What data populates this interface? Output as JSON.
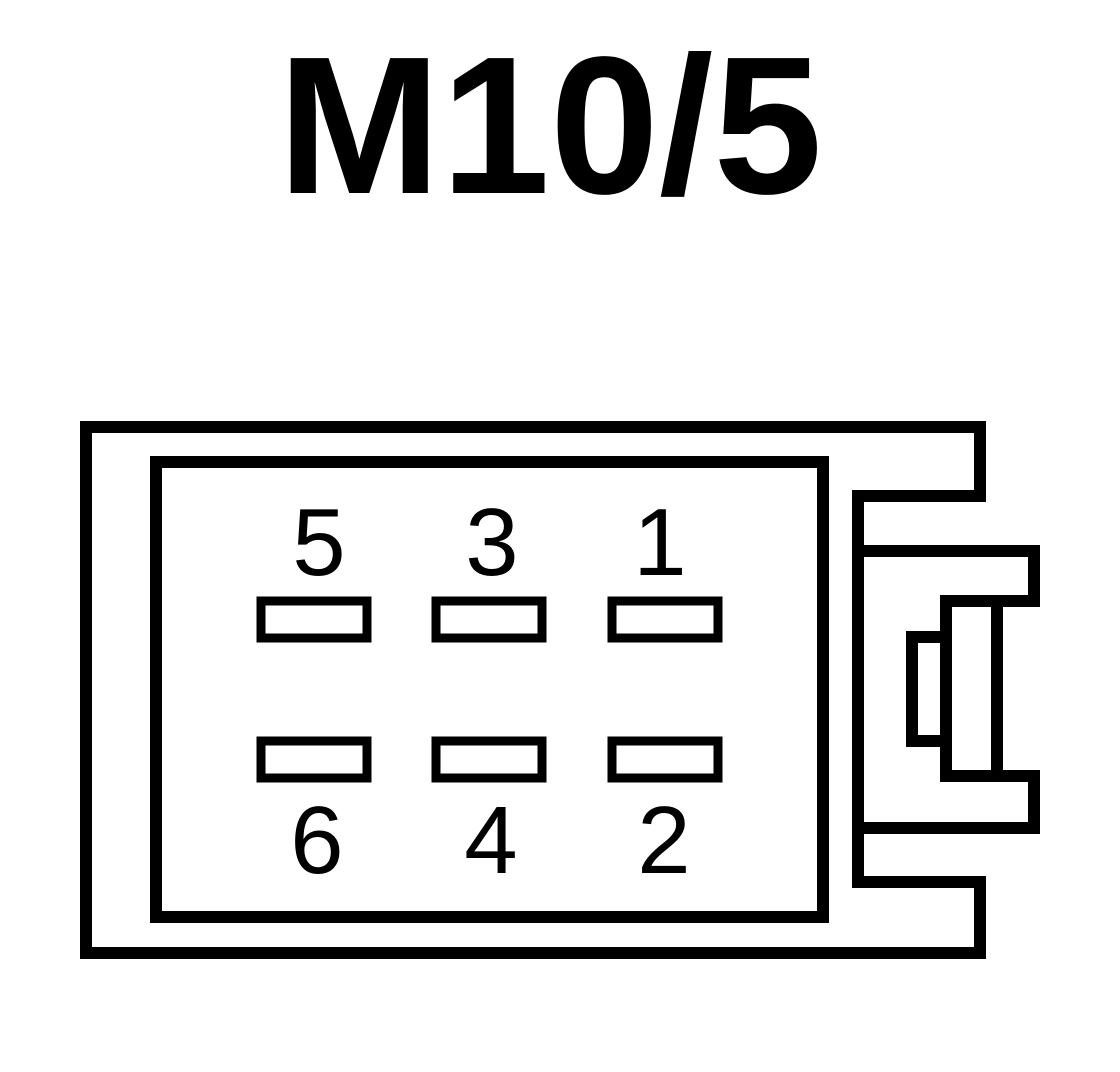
{
  "title": "M10/5",
  "pins": {
    "top_row": [
      "5",
      "3",
      "1"
    ],
    "bottom_row": [
      "6",
      "4",
      "2"
    ]
  }
}
